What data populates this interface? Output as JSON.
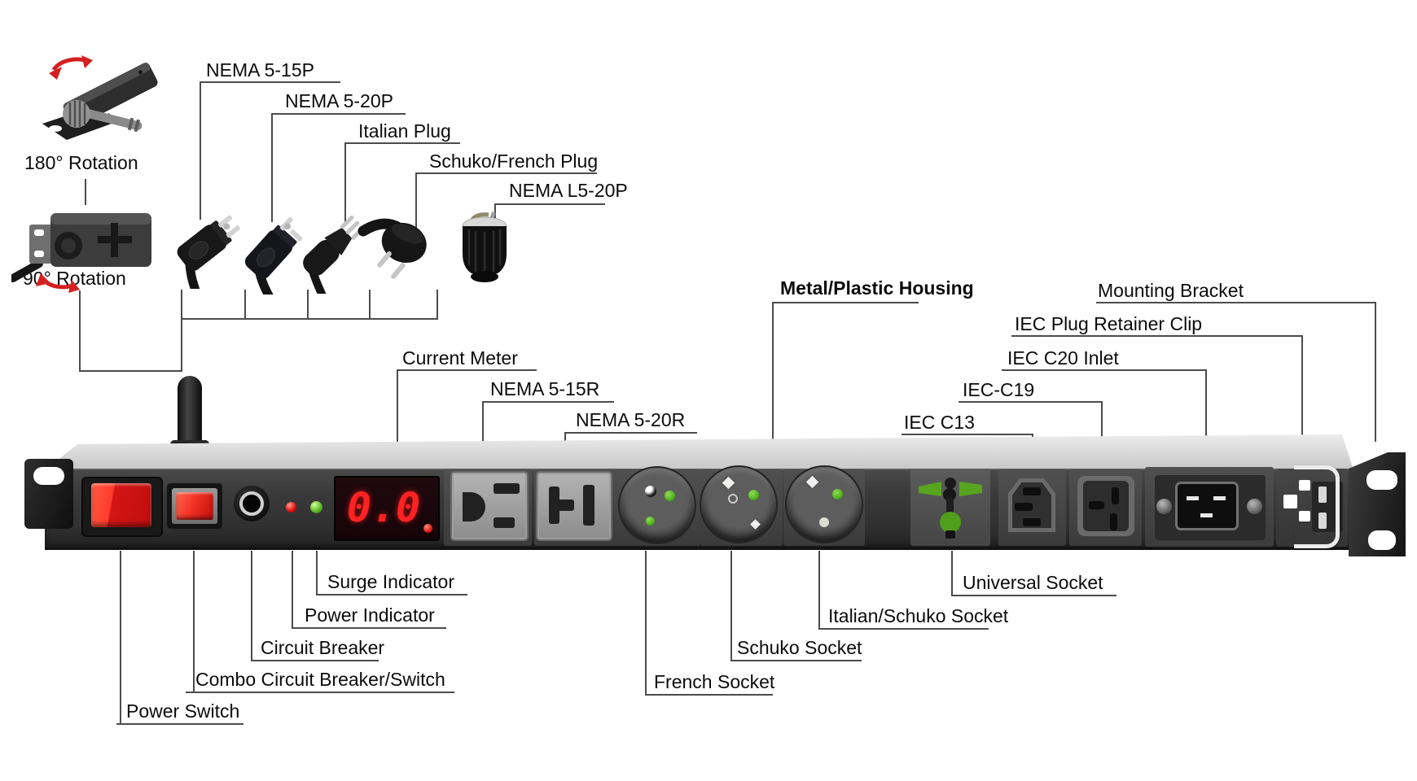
{
  "callouts": {
    "rotation_180": "180° Rotation",
    "rotation_90": "90° Rotation",
    "nema_5_15p": "NEMA 5-15P",
    "nema_5_20p": "NEMA 5-20P",
    "italian_plug": "Italian Plug",
    "schuko_french_plug": "Schuko/French Plug",
    "nema_l5_20p": "NEMA L5-20P",
    "current_meter": "Current Meter",
    "nema_5_15r": "NEMA 5-15R",
    "nema_5_20r": "NEMA 5-20R",
    "metal_plastic_housing": "Metal/Plastic Housing",
    "mounting_bracket": "Mounting Bracket",
    "iec_plug_retainer_clip": "IEC Plug Retainer Clip",
    "iec_c20_inlet": "IEC C20 Inlet",
    "iec_c19": "IEC-C19",
    "iec_c13": "IEC C13",
    "universal_socket": "Universal Socket",
    "italian_schuko_socket": "Italian/Schuko Socket",
    "schuko_socket": "Schuko Socket",
    "french_socket": "French Socket",
    "surge_indicator": "Surge Indicator",
    "power_indicator": "Power Indicator",
    "circuit_breaker": "Circuit Breaker",
    "combo_circuit_breaker_switch": "Combo Circuit Breaker/Switch",
    "power_switch": "Power Switch"
  },
  "meter": {
    "reading": "0.0"
  },
  "colors": {
    "accent_red": "#e02020",
    "led_red": "#e01010",
    "led_green": "#55b41e",
    "display_digits": "#ff2222",
    "leader_line": "#4c4c4c",
    "chassis_top": "#d8d8d8",
    "chassis_face": "#3b3b3b"
  }
}
